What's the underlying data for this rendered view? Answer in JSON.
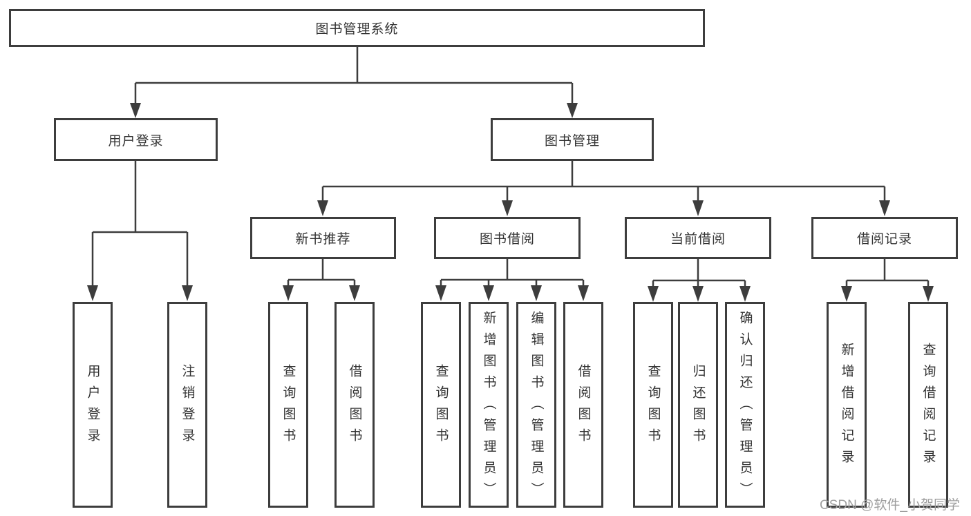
{
  "colors": {
    "line": "#3d3d3d",
    "box_border": "#3d3d3d",
    "text": "#333333",
    "watermark": "#9e9e9e",
    "background": "#ffffff"
  },
  "tree": {
    "root": {
      "label": "图书管理系统",
      "children": [
        {
          "label": "用户登录",
          "children": [
            {
              "label": "用户登录"
            },
            {
              "label": "注销登录"
            }
          ]
        },
        {
          "label": "图书管理",
          "children": [
            {
              "label": "新书推荐",
              "children": [
                {
                  "label": "查询图书"
                },
                {
                  "label": "借阅图书"
                }
              ]
            },
            {
              "label": "图书借阅",
              "children": [
                {
                  "label": "查询图书"
                },
                {
                  "label": "新增图书（管理员）"
                },
                {
                  "label": "编辑图书（管理员）"
                },
                {
                  "label": "借阅图书"
                }
              ]
            },
            {
              "label": "当前借阅",
              "children": [
                {
                  "label": "查询图书"
                },
                {
                  "label": "归还图书"
                },
                {
                  "label": "确认归还（管理员）"
                }
              ]
            },
            {
              "label": "借阅记录",
              "children": [
                {
                  "label": "新增借阅记录"
                },
                {
                  "label": "查询借阅记录"
                }
              ]
            }
          ]
        }
      ]
    }
  },
  "watermark": "CSDN @软件_小贺同学"
}
